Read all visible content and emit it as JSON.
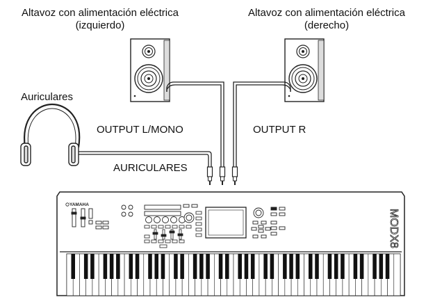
{
  "labels": {
    "speaker_left": {
      "line1": "Altavoz con alimentación eléctrica",
      "line2": "(izquierdo)"
    },
    "speaker_right": {
      "line1": "Altavoz con alimentación eléctrica",
      "line2": "(derecho)"
    },
    "headphones": "Auriculares",
    "output_left": "OUTPUT L/MONO",
    "output_right": "OUTPUT R",
    "phones_jack": "AURICULARES"
  },
  "brand": {
    "maker": "YAMAHA",
    "model": "MODX8"
  },
  "colors": {
    "line": "#222222",
    "fill": "#ffffff",
    "shade": "#dddddd"
  }
}
